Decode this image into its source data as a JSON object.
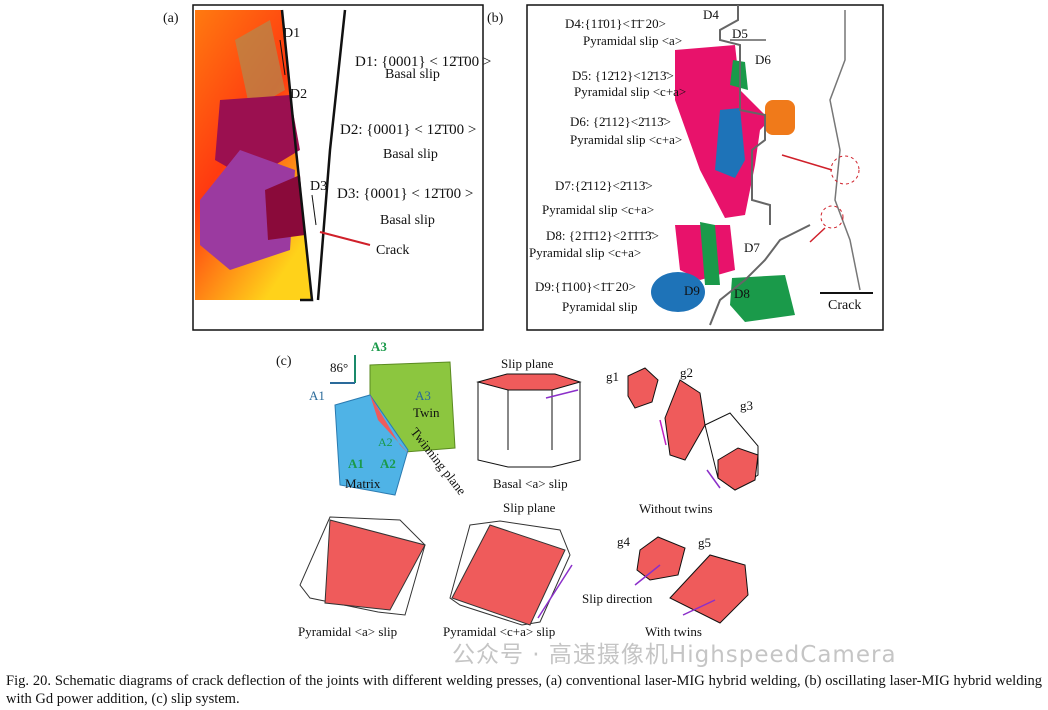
{
  "panel_a": {
    "label": "(a)",
    "markers": [
      "D1",
      "D2",
      "D3"
    ],
    "annotations": [
      {
        "index": "D1: {0001} < 12̄1̄00 >",
        "type": "Basal slip"
      },
      {
        "index": "D2: {0001} < 12̄1̄00 >",
        "type": "Basal slip"
      },
      {
        "index": "D3: {0001} < 12̄1̄00 >",
        "type": "Basal slip"
      }
    ],
    "crack_label": "Crack"
  },
  "panel_b": {
    "label": "(b)",
    "markers": [
      "D4",
      "D5",
      "D6",
      "D7",
      "D9",
      "D8"
    ],
    "annotations": [
      {
        "index": "D4:{11̄01}<1̄1̄ 20>",
        "type": "Pyramidal slip <a>"
      },
      {
        "index": "D5: {12̄12}<12̄13̄>",
        "type": "Pyramidal slip <c+a>"
      },
      {
        "index": "D6: {2̄112}<2̄113̄>",
        "type": "Pyramidal slip <c+a>"
      },
      {
        "index": "D7:{2̄112}<2̄113̄>",
        "type": "Pyramidal slip <c+a>"
      },
      {
        "index": "D8:  {21̄1̄12}<21̄1̄1̄3̄>",
        "type": "Pyramidal slip <c+a>"
      },
      {
        "index": "D9:{1̄100}<1̄1̄ 20>",
        "type": "Pyramidal slip"
      }
    ],
    "legend_label": "Crack"
  },
  "panel_c": {
    "label": "(c)",
    "angle": "86°",
    "axes": [
      "A3",
      "A1",
      "A3",
      "A2",
      "A1",
      "A2"
    ],
    "twin": "Twin",
    "twinning_plane": "Twinning plane",
    "matrix": "Matrix",
    "slip_plane_1": "Slip plane",
    "basal": "Basal <a> slip",
    "slip_plane_2": "Slip plane",
    "pyr_a": "Pyramidal <a> slip",
    "pyr_ca": "Pyramidal <c+a> slip",
    "grains": [
      "g1",
      "g2",
      "g3",
      "g4",
      "g5"
    ],
    "without_twins": "Without twins",
    "slip_direction": "Slip direction",
    "with_twins": "With twins"
  },
  "caption": "Fig. 20. Schematic diagrams of crack deflection of the joints with different welding presses, (a) conventional laser-MIG hybrid welding, (b) oscillating laser-MIG hybrid welding with Gd power addition, (c) slip system.",
  "watermark": "公众号 · 高速摄像机HighspeedCamera",
  "colors": {
    "slip": "#ef5b5b",
    "twin": "#8cc63f",
    "matrix": "#4fb3e6",
    "pink": "#e8126b",
    "blue": "#1e73b8",
    "green": "#1a9a4a",
    "orange": "#f07a1a",
    "arrow": "#8b2fc9",
    "crack_arrow": "#d0202a"
  }
}
